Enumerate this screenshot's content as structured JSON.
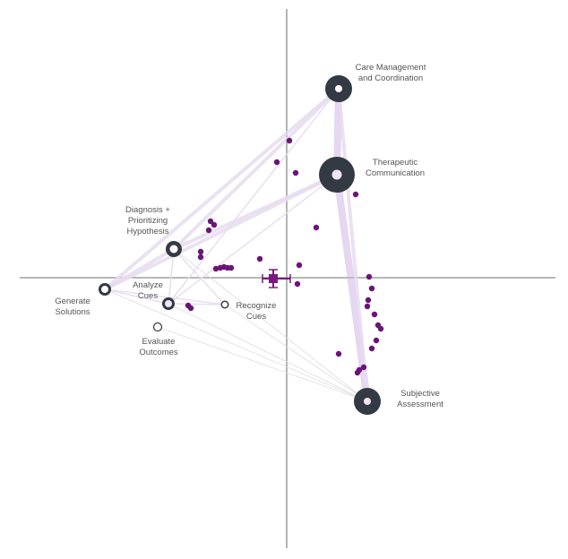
{
  "colors": {
    "background": "#ffffff",
    "axis": "#8c8c8c",
    "edge_light": "#e6dcef",
    "edge_strong": "#cfb5e6",
    "edge_gray": "#dddddd",
    "node_ring": "#333a44",
    "node_fill_light": "#efe6f5",
    "dot": "#6b1478",
    "marker": "#7a1a80"
  },
  "nodes": [
    {
      "id": "care",
      "label_lines": [
        "Care Management",
        "and Coordination"
      ],
      "weight": "large",
      "fill": "white"
    },
    {
      "id": "thera",
      "label_lines": [
        "Therapeutic",
        "Communication"
      ],
      "weight": "xlarge",
      "fill": "light"
    },
    {
      "id": "diag",
      "label_lines": [
        "Diagnosis +",
        "Prioritizing",
        "Hypothesis"
      ],
      "weight": "medium",
      "fill": "white"
    },
    {
      "id": "gen",
      "label_lines": [
        "Generate",
        "Solutions"
      ],
      "weight": "small",
      "fill": "white"
    },
    {
      "id": "analyze",
      "label_lines": [
        "Analyze",
        "Cues"
      ],
      "weight": "small",
      "fill": "light"
    },
    {
      "id": "recog",
      "label_lines": [
        "Recognize",
        "Cues"
      ],
      "weight": "tiny",
      "fill": "white"
    },
    {
      "id": "eval",
      "label_lines": [
        "Evaluate",
        "Outcomes"
      ],
      "weight": "tiny",
      "fill": "white"
    },
    {
      "id": "subj",
      "label_lines": [
        "Subjective",
        "Assessment"
      ],
      "weight": "large",
      "fill": "light"
    }
  ],
  "edges": [
    {
      "from": "care",
      "to": "thera",
      "strength": "strong"
    },
    {
      "from": "thera",
      "to": "subj",
      "strength": "strong"
    },
    {
      "from": "care",
      "to": "subj",
      "strength": "medium"
    },
    {
      "from": "care",
      "to": "diag",
      "strength": "medium"
    },
    {
      "from": "care",
      "to": "gen",
      "strength": "medium"
    },
    {
      "from": "thera",
      "to": "diag",
      "strength": "medium"
    },
    {
      "from": "thera",
      "to": "gen",
      "strength": "medium"
    },
    {
      "from": "diag",
      "to": "gen",
      "strength": "medium"
    },
    {
      "from": "diag",
      "to": "analyze",
      "strength": "light"
    },
    {
      "from": "diag",
      "to": "recog",
      "strength": "light"
    },
    {
      "from": "gen",
      "to": "analyze",
      "strength": "light"
    },
    {
      "from": "gen",
      "to": "subj",
      "strength": "gray"
    },
    {
      "from": "analyze",
      "to": "subj",
      "strength": "gray"
    },
    {
      "from": "eval",
      "to": "subj",
      "strength": "gray"
    },
    {
      "from": "recog",
      "to": "subj",
      "strength": "gray"
    },
    {
      "from": "analyze",
      "to": "thera",
      "strength": "light"
    },
    {
      "from": "analyze",
      "to": "care",
      "strength": "light"
    },
    {
      "from": "diag",
      "to": "subj",
      "strength": "gray"
    },
    {
      "from": "gen",
      "to": "recog",
      "strength": "light"
    },
    {
      "from": "analyze",
      "to": "recog",
      "strength": "light"
    }
  ]
}
